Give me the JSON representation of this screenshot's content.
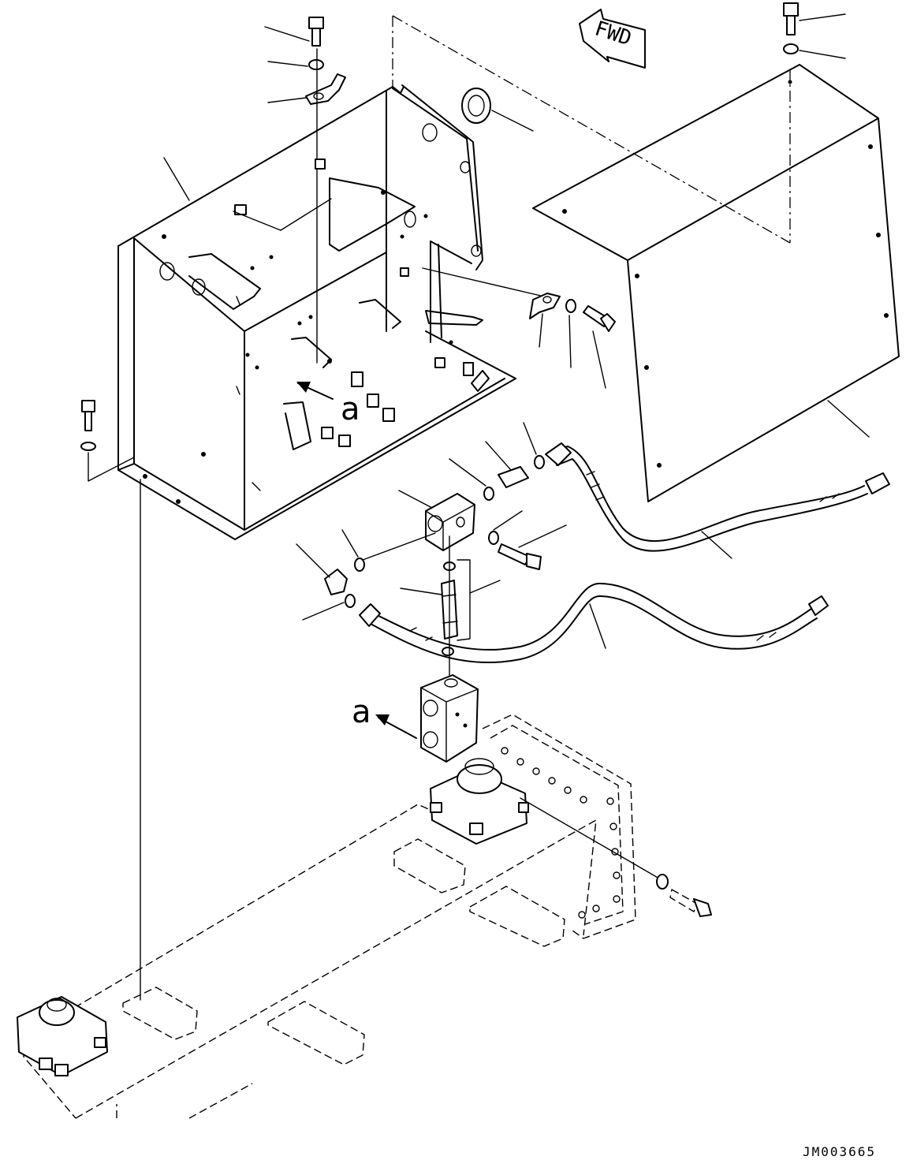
{
  "diagram": {
    "fwd_label": "FWD",
    "view_letter_1": "a",
    "view_letter_2": "a",
    "drawing_code": "JM003665"
  }
}
